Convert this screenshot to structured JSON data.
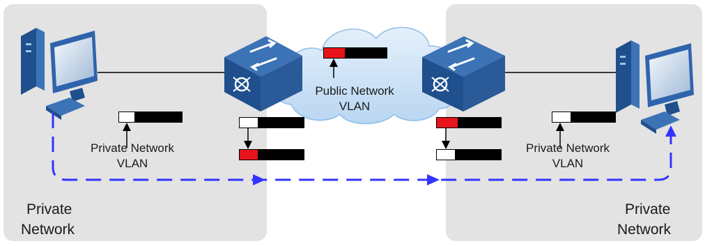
{
  "labels": {
    "public_network_line1": "Public Network",
    "public_network_line2": "VLAN",
    "private_vlan_left_line1": "Private Network",
    "private_vlan_left_line2": "VLAN",
    "private_vlan_right_line1": "Private Network",
    "private_vlan_right_line2": "VLAN",
    "private_network_left_line1": "Private",
    "private_network_left_line2": "Network",
    "private_network_right_line1": "Private",
    "private_network_right_line2": "Network"
  },
  "colors": {
    "zone_fill": "#e3e3e3",
    "cloud_fill": "#cfe4f7",
    "cloud_stroke": "#8fbde6",
    "switch_top": "#3c73b6",
    "switch_side": "#1f4f8c",
    "pc_blue": "#2f64ad",
    "tag_red": "#e8141c",
    "frame_black": "#000000",
    "flow_arrow": "#3333ff"
  },
  "icons": [
    "pc-icon",
    "switch-icon",
    "cloud-icon",
    "arrow-icon"
  ]
}
